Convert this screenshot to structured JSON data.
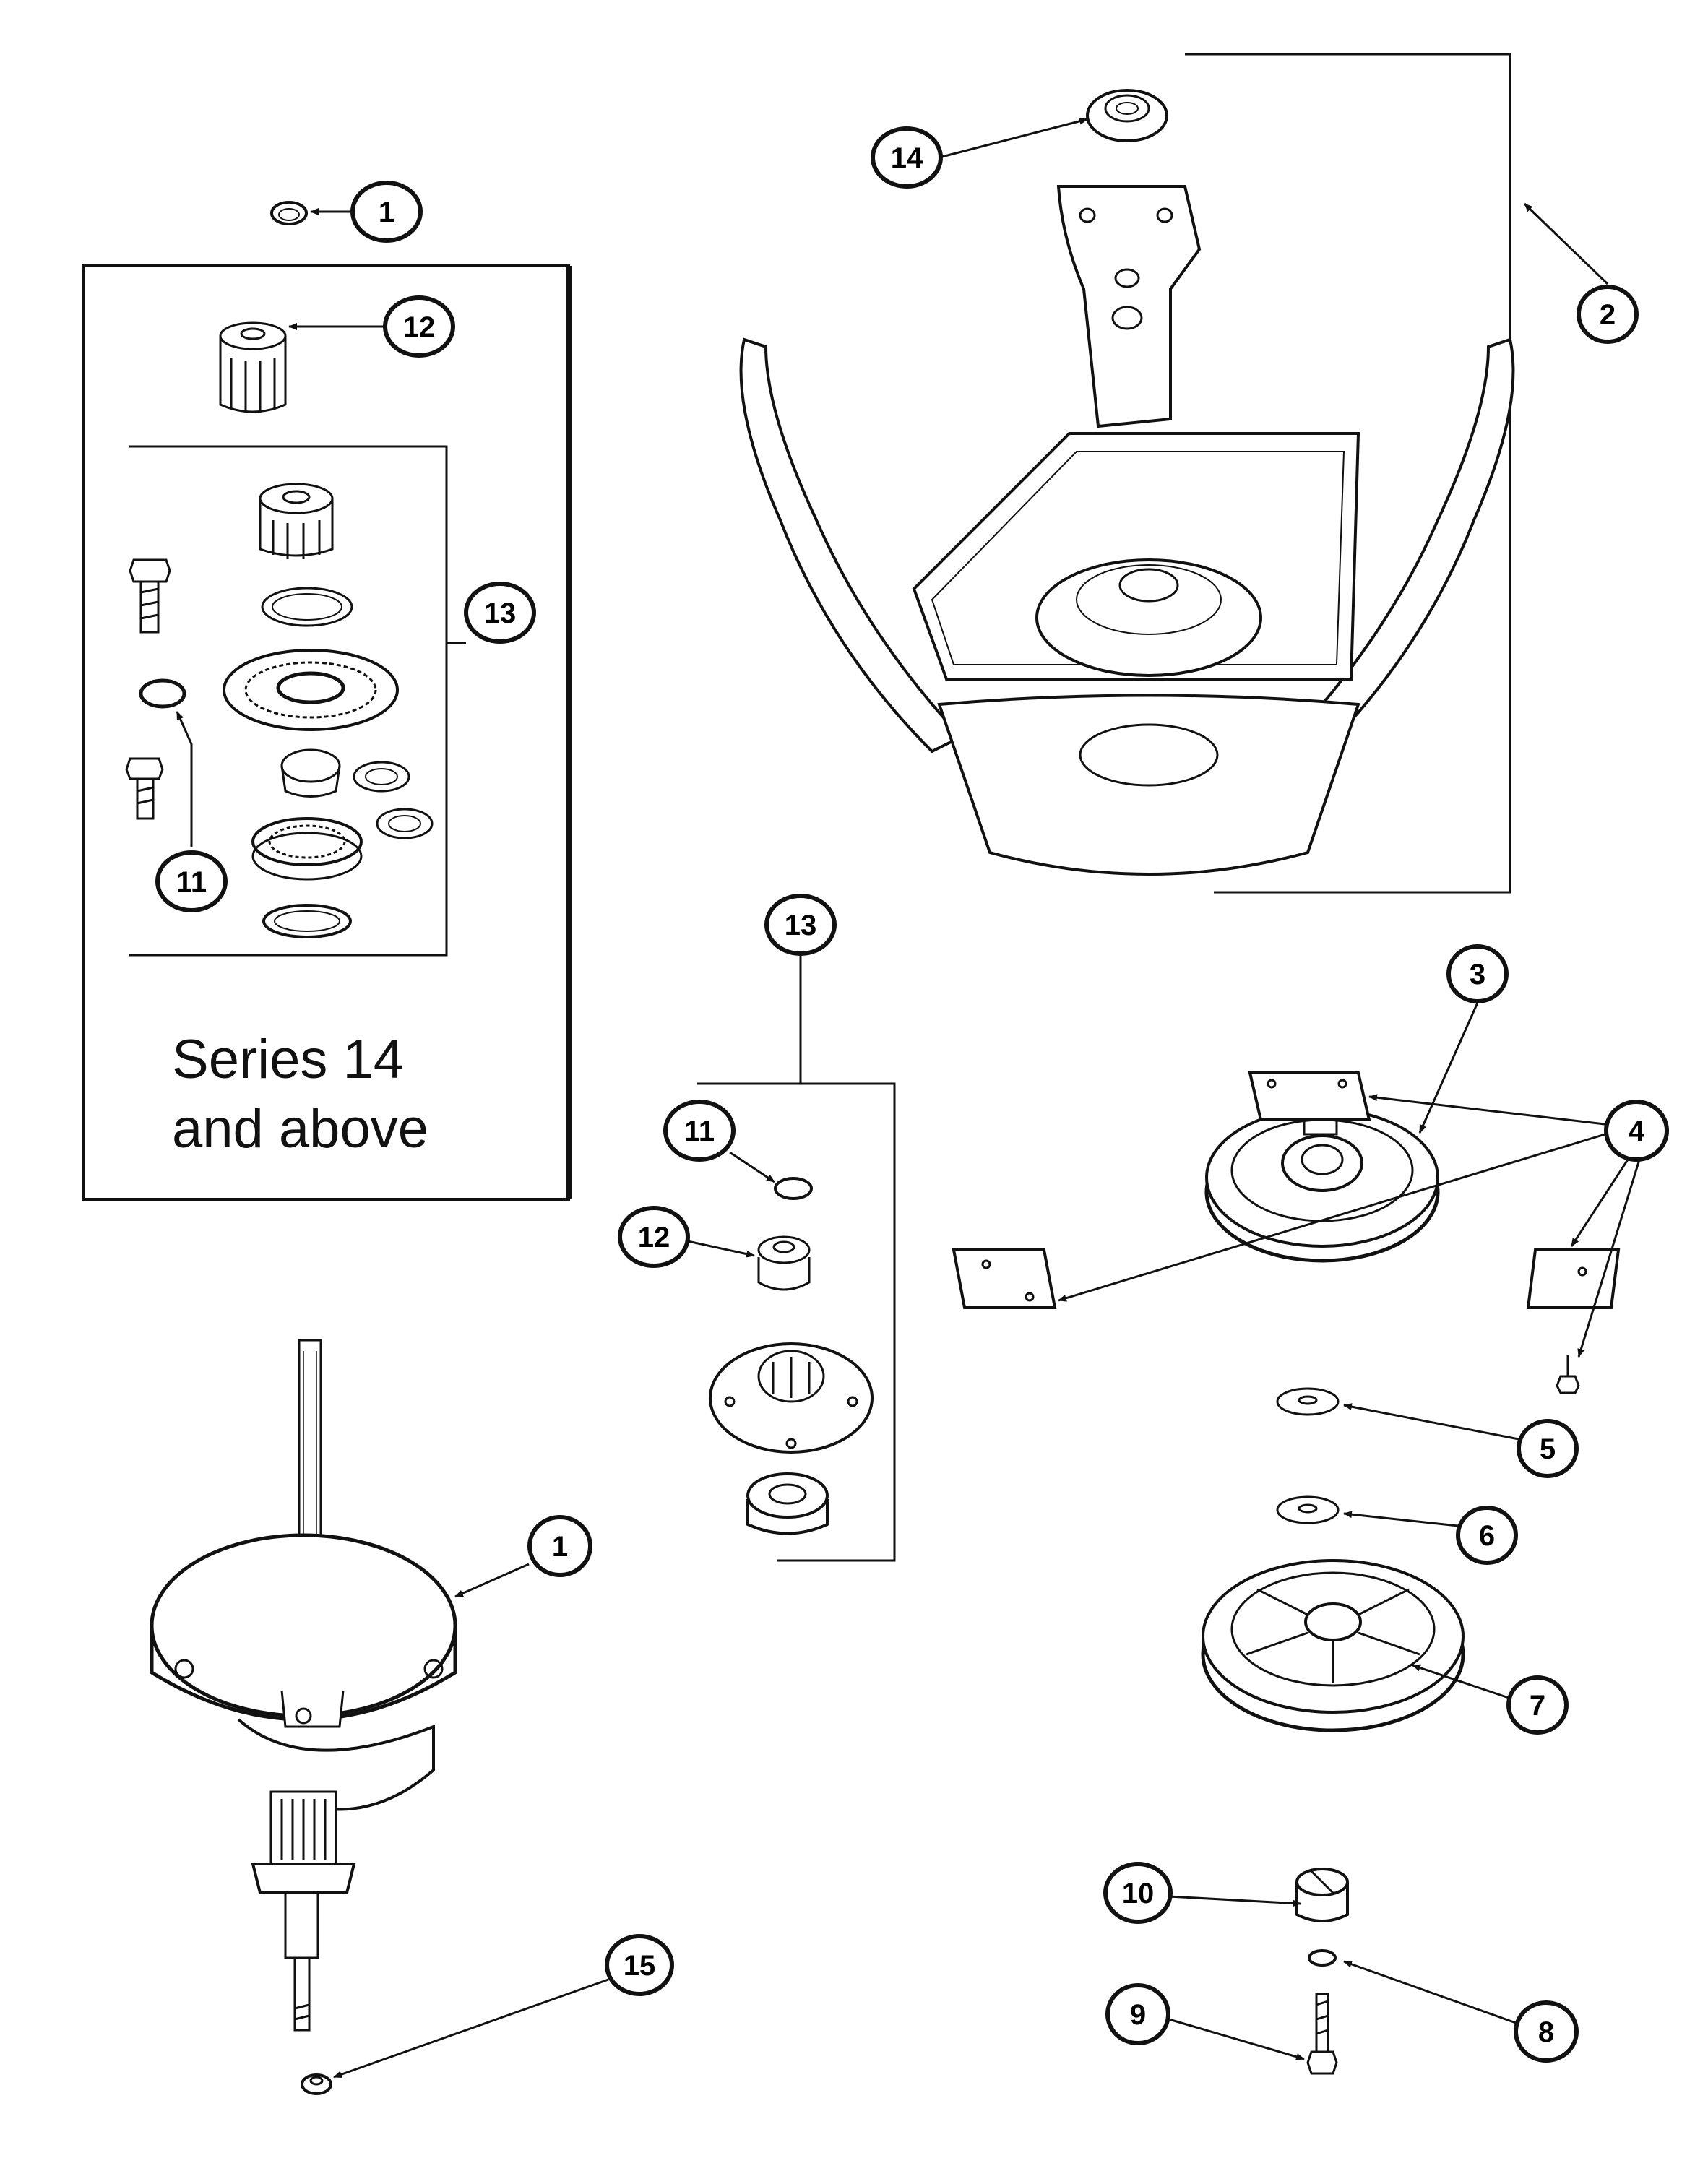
{
  "diagram": {
    "callouts": {
      "c1_top": "1",
      "c1_bottom": "1",
      "c2": "2",
      "c3": "3",
      "c4": "4",
      "c5": "5",
      "c6": "6",
      "c7": "7",
      "c8": "8",
      "c9": "9",
      "c10": "10",
      "c11_inset": "11",
      "c11_kit": "11",
      "c12_inset": "12",
      "c12_kit": "12",
      "c13_inset": "13",
      "c13_kit": "13",
      "c14": "14",
      "c15": "15"
    },
    "inset_note": {
      "line1": "Series 14",
      "line2": "and above"
    }
  }
}
